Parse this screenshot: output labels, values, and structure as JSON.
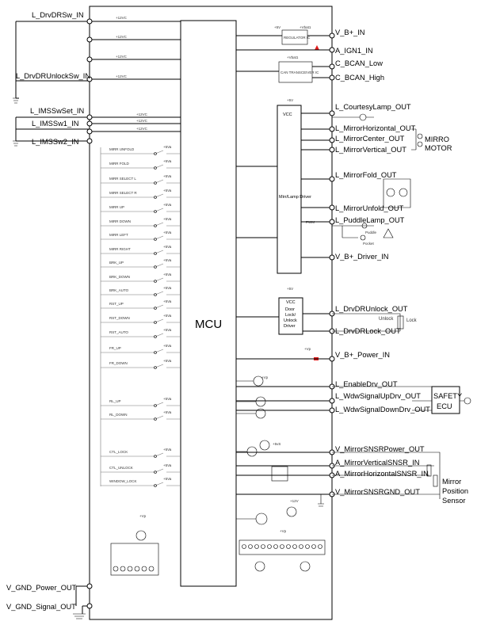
{
  "title": "",
  "mcu_label": "MCU",
  "left_pins": [
    "L_DrvDRSw_IN",
    "L_DrvDRUnlockSw_IN",
    "L_IMSSwSet_IN",
    "L_IMSSw1_IN",
    "L_IMSSw2_IN",
    "V_GND_Power_OUT",
    "V_GND_Signal_OUT"
  ],
  "right_pins": [
    "V_B+_IN",
    "A_IGN1_IN",
    "C_BCAN_Low",
    "C_BCAN_High",
    "L_CourtesyLamp_OUT",
    "L_MirrorHorizontal_OUT",
    "L_MirrorCenter_OUT",
    "L_MirrorVertical_OUT",
    "L_MirrorFold_OUT",
    "L_MirrorUnfold_OUT",
    "L_PuddleLamp_OUT",
    "V_B+_Driver_IN",
    "L_DrvDRUnlock_OUT",
    "L_DrvDRLock_OUT",
    "V_B+_Power_IN",
    "L_EnableDrv_OUT",
    "L_WdwSignalUpDrv_OUT",
    "L_WdwSignalDownDrv_OUT",
    "V_MirrorSNSRPower_OUT",
    "A_MirrorVerticalSNSR_IN",
    "A_MirrorHorizontalSNSR_IN",
    "V_MirrorSNSRGND_OUT"
  ],
  "internal_switches": [
    "MIRR UNFOLD",
    "MIRR FOLD",
    "MIRR SELECT L",
    "MIRR SELECT R",
    "MIRR UP",
    "MIRR DOWN",
    "MIRR LEFT",
    "MIRR RIGHT",
    "BRK_UP",
    "BRK_DOWN",
    "BRK_AUTO",
    "RST_UP",
    "RST_DOWN",
    "RST_AUTO",
    "FR_UP",
    "FR_DOWN",
    "RL_UP",
    "RL_DOWN",
    "CTL_LOCK",
    "CTL_UNLOCK",
    "WINDOW_LOCK"
  ],
  "blocks": {
    "regulator": "REGULATOR IC",
    "can": "CAN TRANSCEIVER IC",
    "vcc": "VCC",
    "mirror_driver": "Mirr/Lamp Driver",
    "door_driver_line1": "Door",
    "door_driver_line2": "Lock/",
    "door_driver_line3": "Unlock",
    "door_driver_line4": "Driver",
    "pwm": "PWM"
  },
  "external": {
    "mirror_motor_line1": "MIRRO",
    "mirror_motor_line2": "MOTOR",
    "puddle": "Puddle",
    "pocket": "Pocket",
    "unlock": "Unlock",
    "lock": "Lock",
    "safety_ecu_line1": "SAFETY",
    "safety_ecu_line2": "ECU",
    "mirror_sensor_line1": "Mirror",
    "mirror_sensor_line2": "Position",
    "mirror_sensor_line3": "Sensor"
  },
  "supplies": {
    "p5v": "+5V",
    "p5va": "+5Va",
    "p12vc": "+12VC",
    "vbat": "+Vbat1",
    "vp": "+Vp",
    "p12v": "+12V",
    "p5vs": "+5vS"
  },
  "colors": {
    "red_mark": "#e01b1b",
    "line": "#000000"
  }
}
